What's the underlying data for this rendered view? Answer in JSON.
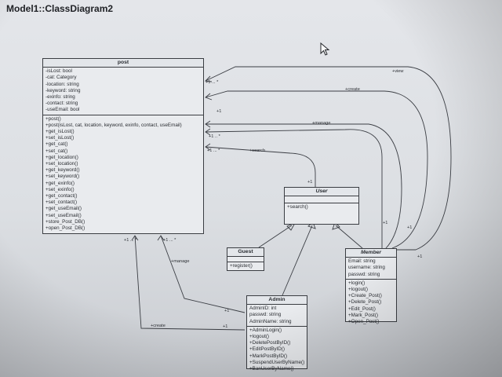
{
  "diagram": {
    "title": "Model1::ClassDiagram2"
  },
  "classes": {
    "post": {
      "name": "post",
      "attributes": [
        "-isLost: bool",
        "-cat: Category",
        "-location: string",
        "-keyword: string",
        "-exinfo: string",
        "-contact: string",
        "-useEmail: bool"
      ],
      "operations": [
        "+post()",
        "+post(isLost, cat, location, keyword, exinfo, contact, useEmail)",
        "+get_isLost()",
        "+set_isLost()",
        "+get_cat()",
        "+set_cat()",
        "+get_location()",
        "+set_location()",
        "+get_keyword()",
        "+set_keyword()",
        "+get_exinfo()",
        "+set_exinfo()",
        "+get_contact()",
        "+set_contact()",
        "+get_useEmail()",
        "+set_useEmail()",
        "+store_Post_DB()",
        "+open_Post_DB()"
      ]
    },
    "user": {
      "name": "User",
      "attributes": [],
      "operations": [
        "+search()"
      ]
    },
    "guest": {
      "name": "Guest",
      "attributes": [],
      "operations": [
        "+register()"
      ]
    },
    "member": {
      "name": "Member",
      "attributes": [
        "Email: string",
        "username: string",
        "passwd: string"
      ],
      "operations": [
        "+login()",
        "+logout()",
        "+Create_Post()",
        "+Delete_Post()",
        "+Edit_Post()",
        "+Mark_Post()",
        "+Open_Post()"
      ]
    },
    "admin": {
      "name": "Admin",
      "attributes": [
        "AdminID: int",
        "passwd: string",
        "AdminName: string"
      ],
      "operations": [
        "+AdminLogin()",
        "+logout()",
        "+DeletePostByID()",
        "+EditPostByID()",
        "+MarkPostByID()",
        "+SuspendUserByName()",
        "+BanUserByName()"
      ]
    }
  },
  "associations": {
    "view": "+view",
    "create": "+create",
    "manage": "+manage",
    "search": "+search",
    "admin_manage": "+manage",
    "admin_create": "+create"
  },
  "multiplicities": {
    "many": "+1 ... *",
    "one": "+1",
    "many_short": "+1 .. *"
  }
}
